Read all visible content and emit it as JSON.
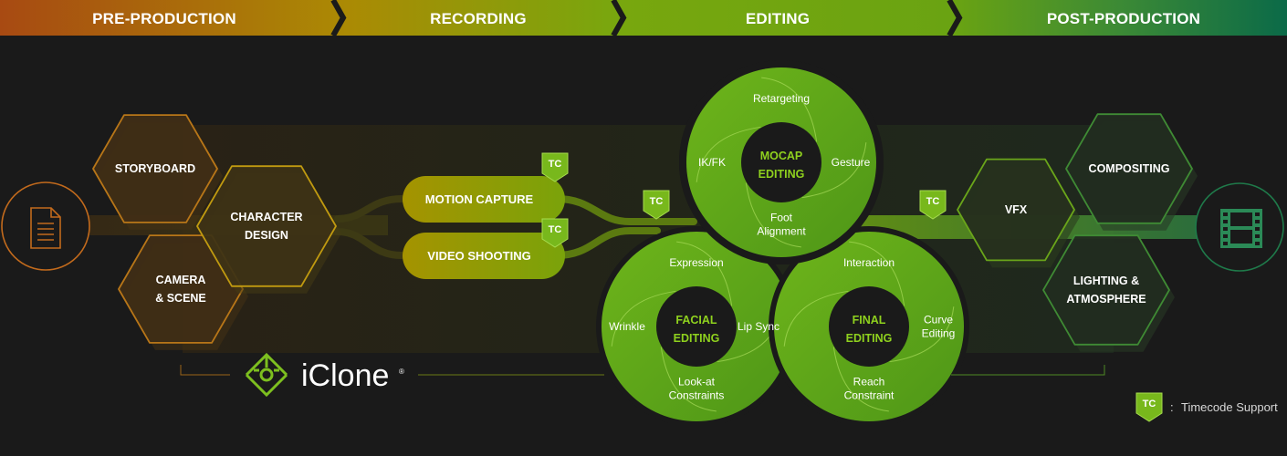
{
  "stages": [
    {
      "label": "PRE-PRODUCTION"
    },
    {
      "label": "RECORDING"
    },
    {
      "label": "EDITING"
    },
    {
      "label": "POST-PRODUCTION"
    }
  ],
  "pre_production": {
    "start_icon": "document-icon",
    "hexes": [
      {
        "lines": [
          "STORYBOARD"
        ]
      },
      {
        "lines": [
          "CHARACTER",
          "DESIGN"
        ]
      },
      {
        "lines": [
          "CAMERA",
          "& SCENE"
        ]
      }
    ]
  },
  "recording": {
    "pills": [
      {
        "label": "MOTION CAPTURE",
        "timecode": true
      },
      {
        "label": "VIDEO SHOOTING",
        "timecode": true
      }
    ]
  },
  "editing": {
    "rings": [
      {
        "title": [
          "MOCAP",
          "EDITING"
        ],
        "top": [
          "Retargeting"
        ],
        "left": [
          "IK/FK"
        ],
        "right": [
          "Gesture"
        ],
        "bottom": [
          "Foot",
          "Alignment"
        ]
      },
      {
        "title": [
          "FACIAL",
          "EDITING"
        ],
        "top": [
          "Expression"
        ],
        "left": [
          "Wrinkle"
        ],
        "right": [
          "Lip Sync"
        ],
        "bottom": [
          "Look-at",
          "Constraints"
        ]
      },
      {
        "title": [
          "FINAL",
          "EDITING"
        ],
        "top": [
          "Interaction"
        ],
        "left": [],
        "right": [
          "Curve",
          "Editing"
        ],
        "bottom": [
          "Reach",
          "Constraint"
        ]
      }
    ]
  },
  "post_production": {
    "end_icon": "film-strip-icon",
    "hexes": [
      {
        "lines": [
          "VFX"
        ]
      },
      {
        "lines": [
          "COMPOSITING"
        ]
      },
      {
        "lines": [
          "LIGHTING &",
          "ATMOSPHERE"
        ]
      }
    ]
  },
  "badge": {
    "label": "TC"
  },
  "logo": {
    "name": "iClone",
    "mark": "®"
  },
  "legend": {
    "separator": ":",
    "text": "Timecode Support"
  },
  "colors": {
    "pre": "#c87a18",
    "recording": "#a89800",
    "editing": "#6fa512",
    "post": "#2e8a4a",
    "accent": "#8fd11e"
  }
}
